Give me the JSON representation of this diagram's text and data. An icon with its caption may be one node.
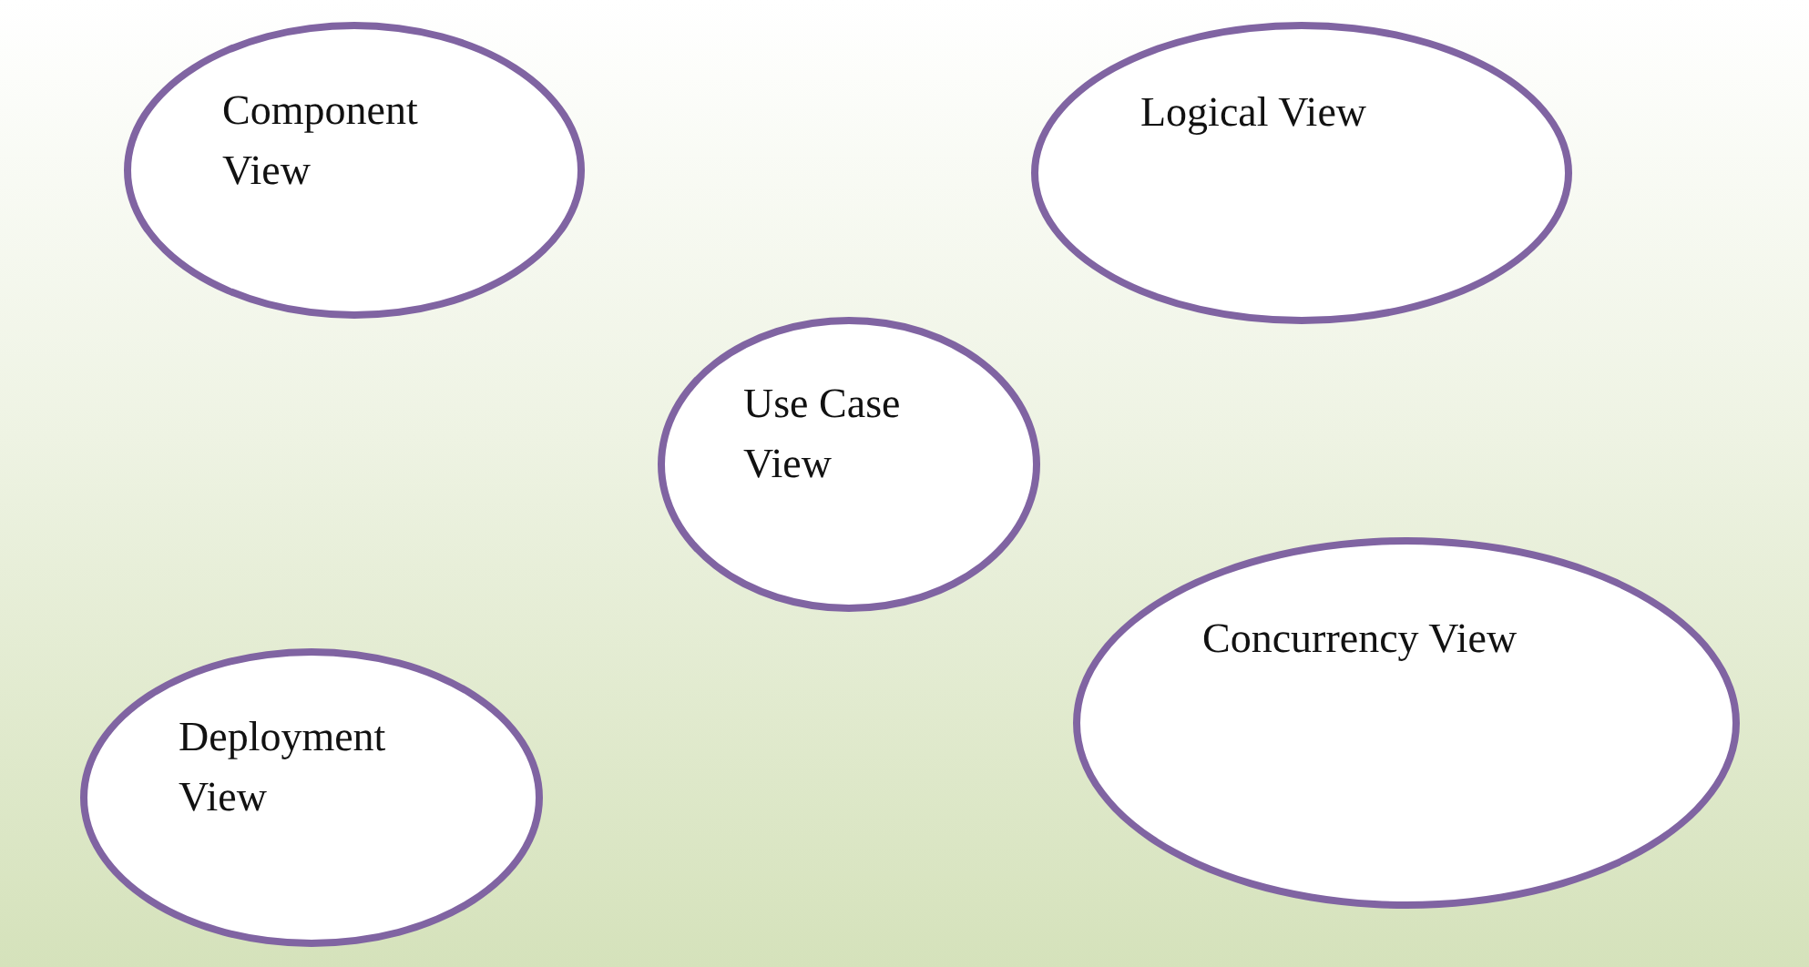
{
  "diagram": {
    "nodes": [
      {
        "text": [
          "Component View"
        ]
      },
      {
        "text": [
          "Logical View"
        ]
      },
      {
        "text": [
          "Use Case View"
        ]
      },
      {
        "text": [
          "Concurrency View"
        ]
      },
      {
        "text": [
          "Deployment View"
        ]
      }
    ]
  }
}
